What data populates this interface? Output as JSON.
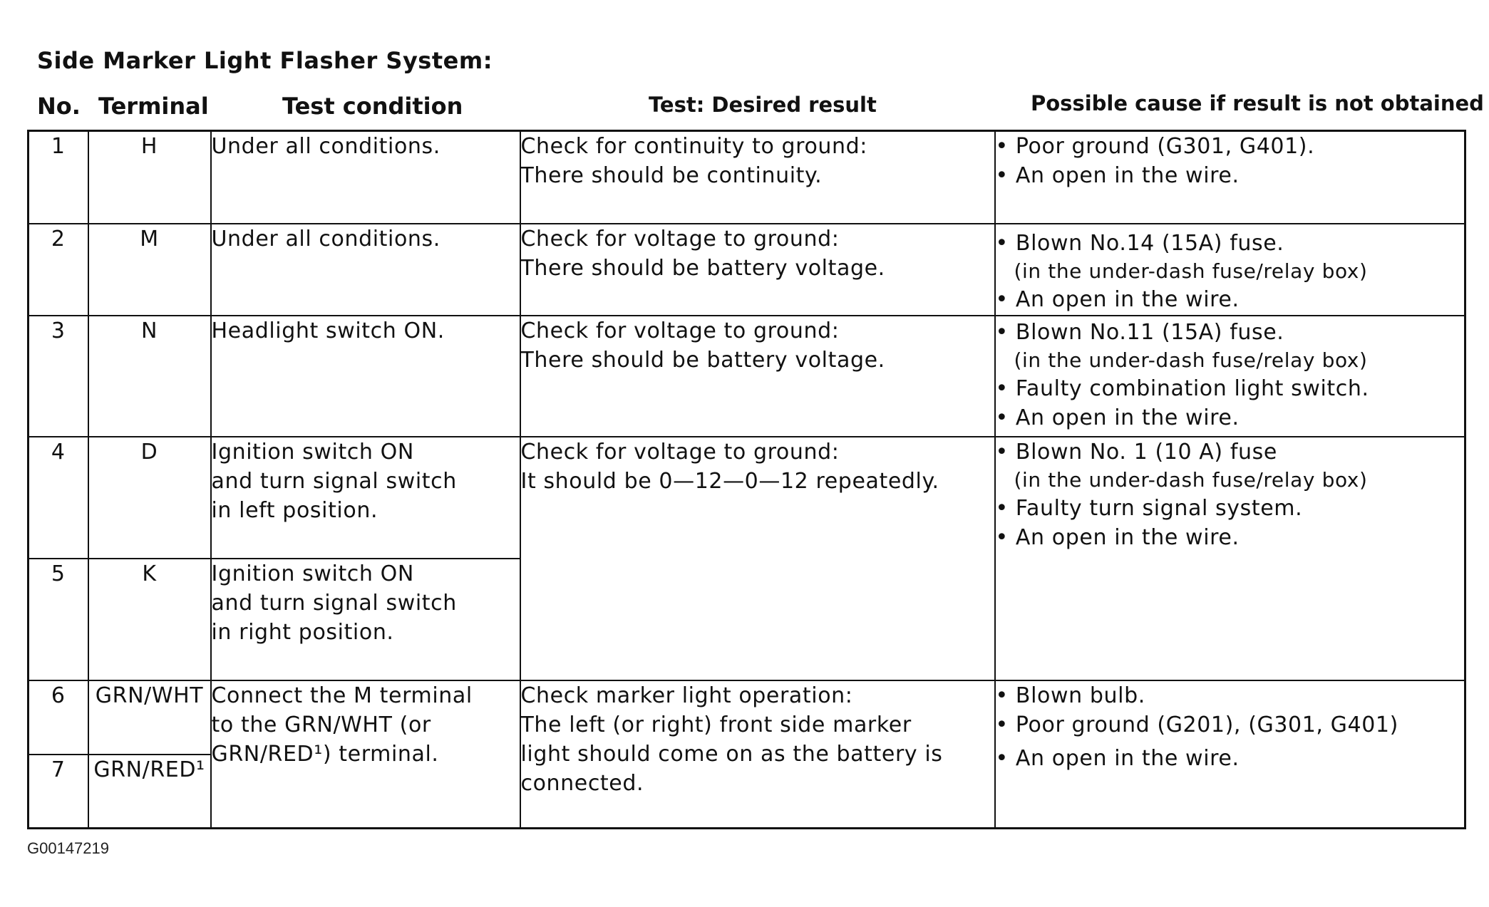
{
  "title": "Side Marker Light Flasher System:",
  "headers": {
    "no": "No.",
    "terminal": "Terminal",
    "test_condition": "Test condition",
    "desired_result": "Test: Desired result",
    "possible_cause": "Possible cause if result is not obtained"
  },
  "rows": [
    {
      "no": "1",
      "terminal": "H",
      "condition": [
        "Under all conditions."
      ],
      "result": [
        "Check for continuity to ground:",
        "There should be continuity."
      ],
      "cause": [
        {
          "text": "• Poor ground (G301, G401).",
          "sub": false
        },
        {
          "text": "• An open in the wire.",
          "sub": false
        }
      ]
    },
    {
      "no": "2",
      "terminal": "M",
      "condition": [
        "Under all conditions."
      ],
      "result": [
        "Check for voltage to ground:",
        "There should be battery voltage."
      ],
      "cause": [
        {
          "text": "• Blown No.14 (15A) fuse.",
          "sub": false
        },
        {
          "text": "(in the under-dash fuse/relay box)",
          "sub": true
        },
        {
          "text": "• An open in the wire.",
          "sub": false
        }
      ]
    },
    {
      "no": "3",
      "terminal": "N",
      "condition": [
        "Headlight switch ON."
      ],
      "result": [
        "Check for voltage to ground:",
        "There should be battery voltage."
      ],
      "cause": [
        {
          "text": "• Blown No.11 (15A) fuse.",
          "sub": false
        },
        {
          "text": "(in the under-dash fuse/relay box)",
          "sub": true
        },
        {
          "text": "• Faulty combination light switch.",
          "sub": false
        },
        {
          "text": "• An open in the wire.",
          "sub": false
        }
      ]
    },
    {
      "no": "4",
      "terminal": "D",
      "condition": [
        "Ignition switch ON",
        "and turn signal switch",
        "in left position."
      ],
      "result": [
        "Check for voltage to ground:",
        "It should be 0—12—0—12 repeatedly."
      ],
      "cause": [
        {
          "text": "• Blown No. 1 (10 A) fuse",
          "sub": false
        },
        {
          "text": "(in the under-dash fuse/relay box)",
          "sub": true
        },
        {
          "text": "• Faulty turn signal system.",
          "sub": false
        },
        {
          "text": "• An open in the wire.",
          "sub": false
        }
      ]
    },
    {
      "no": "5",
      "terminal": "K",
      "condition": [
        "Ignition switch ON",
        "and turn signal switch",
        "in right position."
      ]
    },
    {
      "no": "6",
      "terminal": "GRN/WHT",
      "condition": [
        "Connect the M terminal",
        "to the GRN/WHT (or",
        "GRN/RED¹) terminal."
      ],
      "result": [
        "Check marker light operation:",
        "The left (or right) front side marker",
        "light should come on as the battery is",
        "connected."
      ],
      "cause": [
        {
          "text": "• Blown bulb.",
          "sub": false
        },
        {
          "text": "•  Poor ground (G201), (G301, G401)",
          "sub": false
        },
        {
          "text": "• An open in the wire.",
          "sub": false
        }
      ]
    },
    {
      "no": "7",
      "terminal": "GRN/RED¹"
    }
  ],
  "footer_id": "G00147219"
}
